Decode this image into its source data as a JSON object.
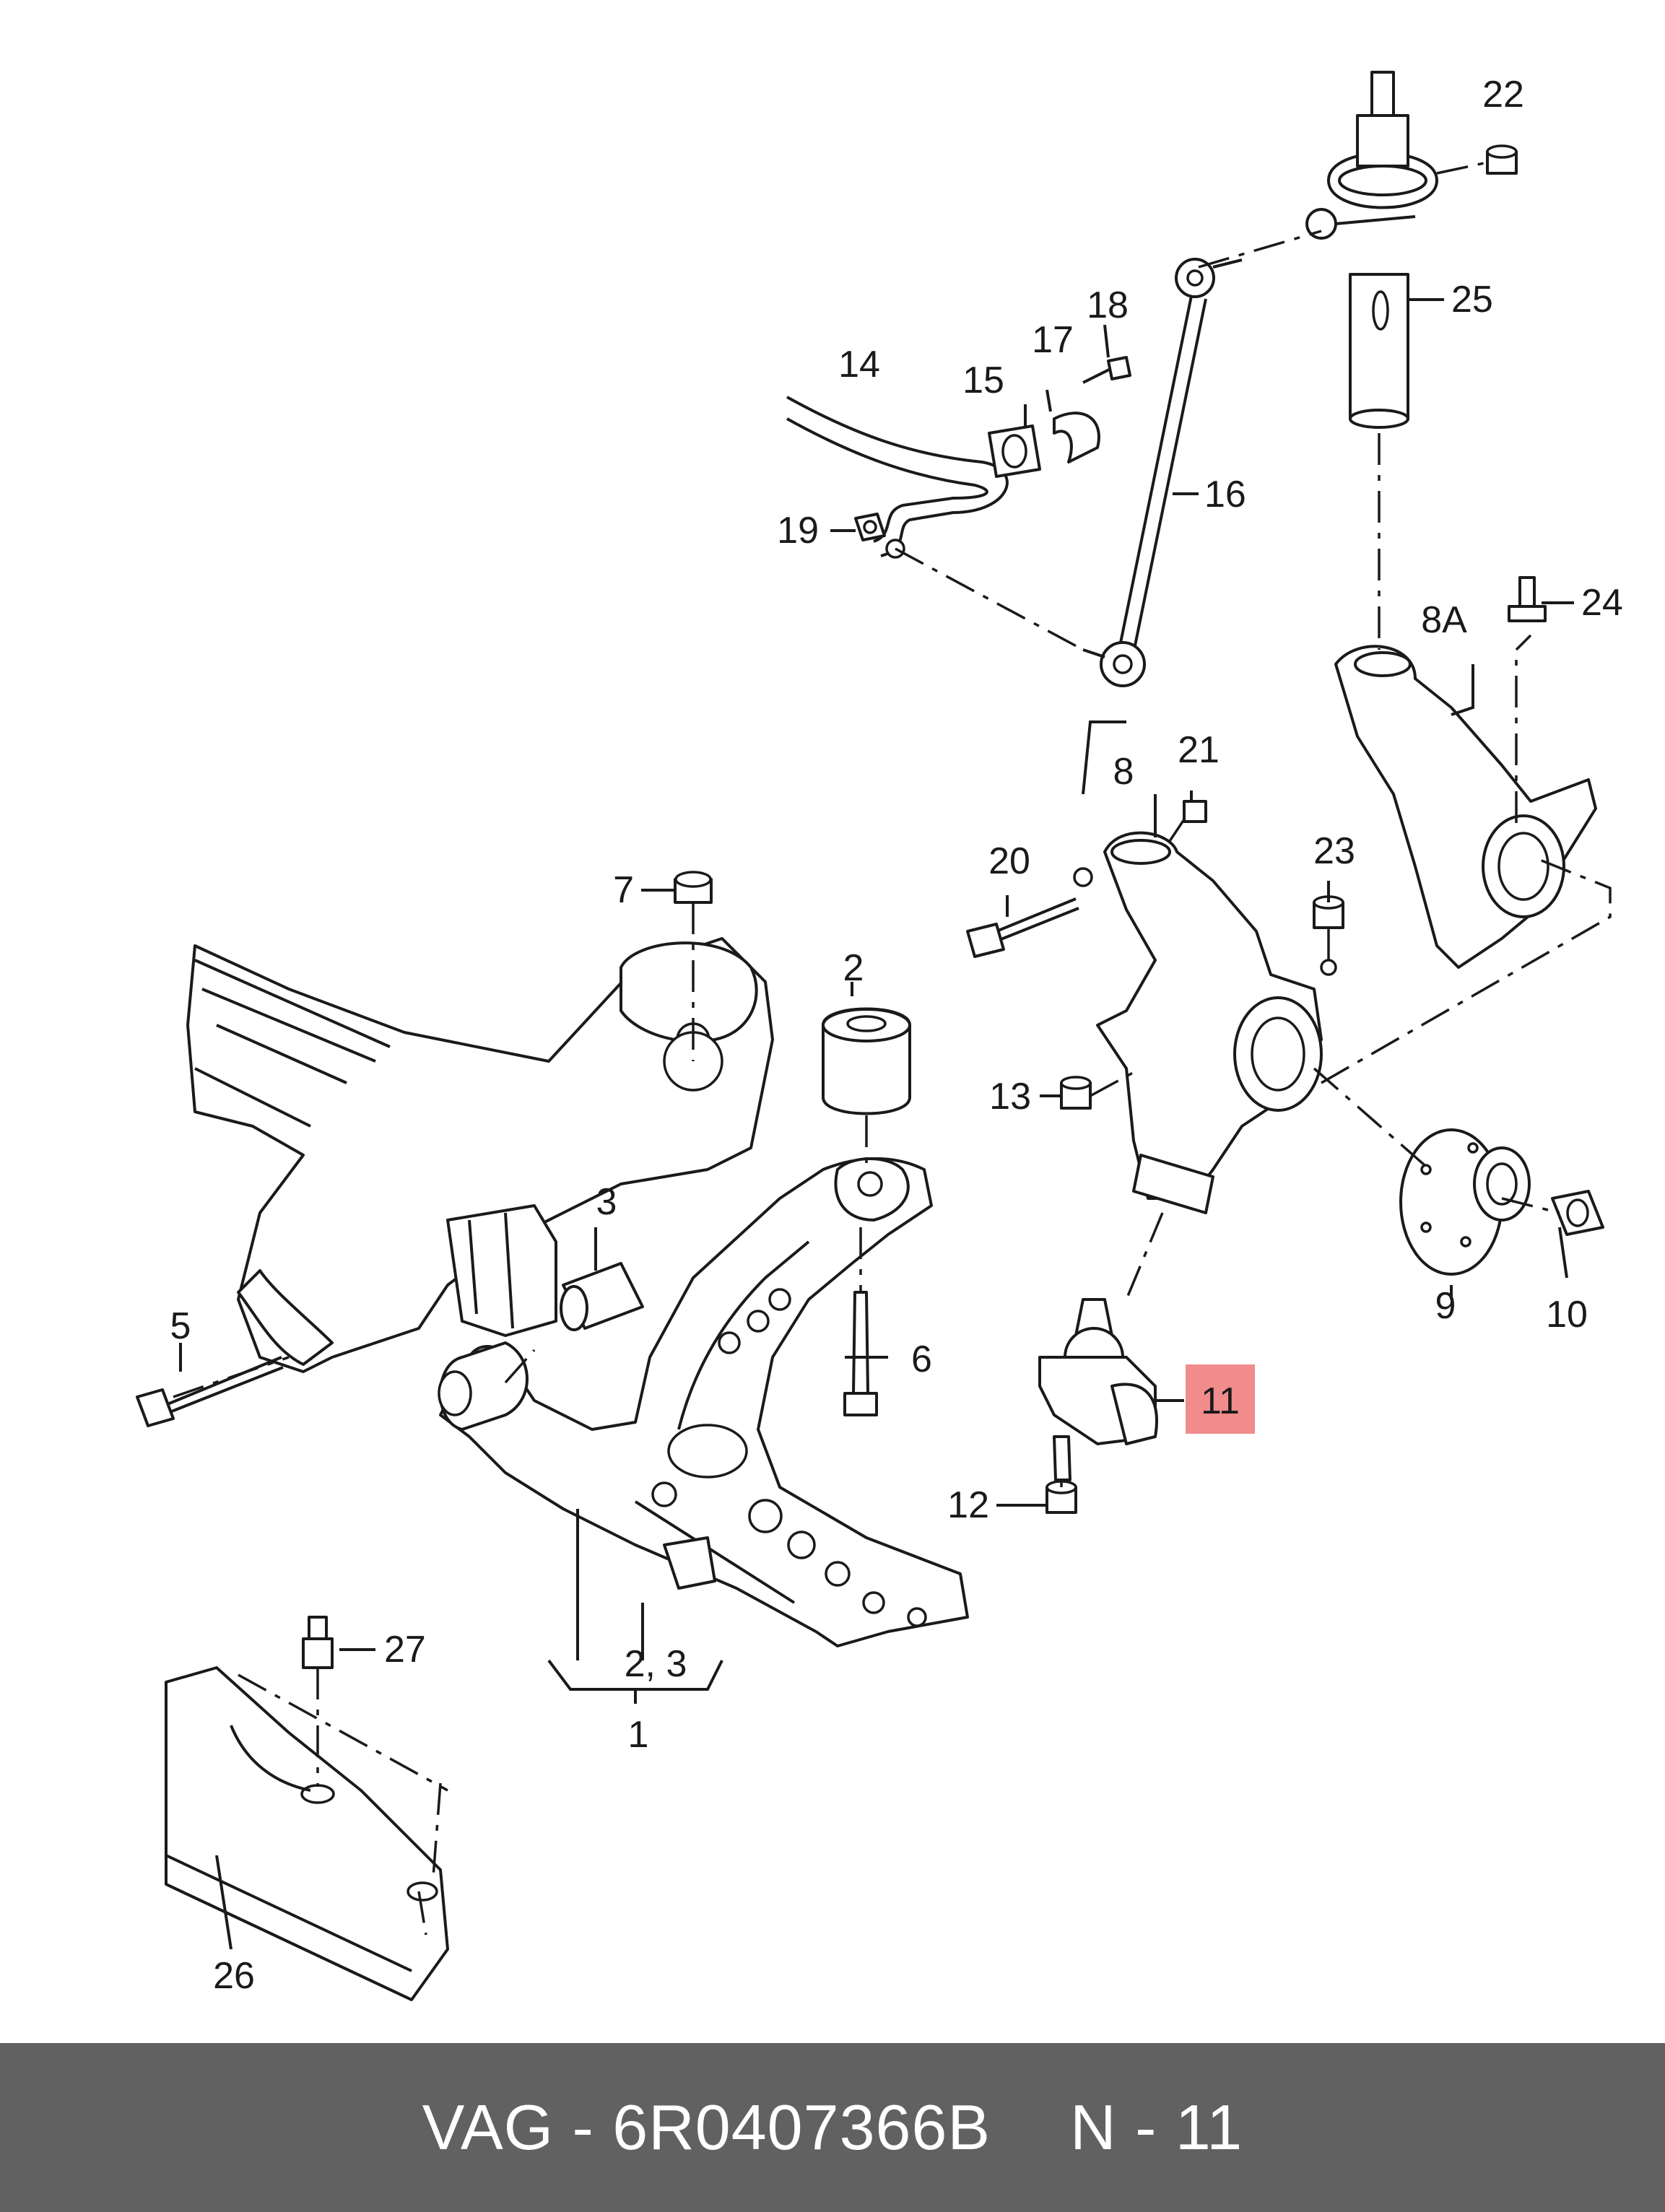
{
  "labels": {
    "p1": "1",
    "p2": "2",
    "p2_3": "2, 3",
    "p3": "3",
    "p5": "5",
    "p6": "6",
    "p7": "7",
    "p8": "8",
    "p8a": "8A",
    "p9": "9",
    "p10": "10",
    "p11": "11",
    "p12": "12",
    "p13": "13",
    "p14": "14",
    "p15": "15",
    "p16": "16",
    "p17": "17",
    "p18": "18",
    "p19": "19",
    "p20": "20",
    "p21": "21",
    "p22": "22",
    "p23": "23",
    "p24": "24",
    "p25": "25",
    "p26": "26",
    "p27": "27"
  },
  "highlight_color": "#f08c8c",
  "footer": {
    "brand_part": "VAG - 6R0407366B",
    "ref": "N - 11"
  },
  "footer_color": "#616161"
}
